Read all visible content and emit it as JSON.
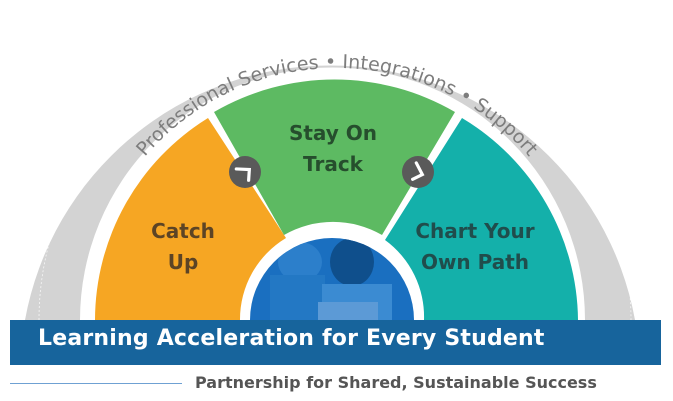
{
  "ring": {
    "text": "Professional Services • Integrations • Support",
    "color": "#d3d3d3",
    "text_color": "#7d7d7d"
  },
  "segments": [
    {
      "label": "Catch\nUp",
      "color": "#f6a623",
      "text_color": "#5c4425"
    },
    {
      "label": "Stay On\nTrack",
      "color": "#5dba62",
      "text_color": "#264e2d"
    },
    {
      "label": "Chart Your\nOwn Path",
      "color": "#14b0aa",
      "text_color": "#204d4c"
    }
  ],
  "arrows": [
    {
      "icon": "chevron-right-icon",
      "color": "#5a5a5a"
    },
    {
      "icon": "chevron-right-icon",
      "color": "#5a5a5a"
    }
  ],
  "photo": {
    "description": "teacher helping student at laptop",
    "tint": "#1a6fc0"
  },
  "banner": {
    "text": "Learning Acceleration for Every Student",
    "color": "#17649c"
  },
  "tagline": {
    "text": "Partnership for Shared, Sustainable Success"
  }
}
